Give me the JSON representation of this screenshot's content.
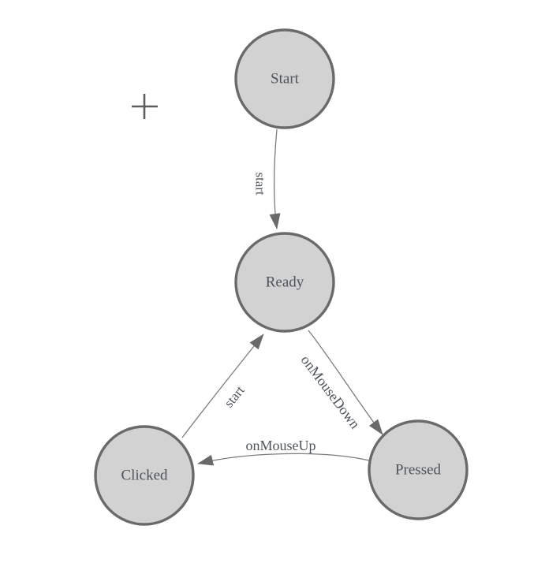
{
  "canvas": {
    "background": "#ffffff",
    "node_fill": "#d2d2d2",
    "node_stroke": "#6a6a6a",
    "edge_color": "#7c7c7c",
    "arrow_color": "#6a6a6a",
    "label_color": "#4e545a",
    "crosshair_color": "#5e5e5e"
  },
  "nodes": {
    "start": {
      "label": "Start"
    },
    "ready": {
      "label": "Ready"
    },
    "clicked": {
      "label": "Clicked"
    },
    "pressed": {
      "label": "Pressed"
    }
  },
  "edges": {
    "start_to_ready": {
      "label": "start"
    },
    "clicked_to_ready": {
      "label": "start"
    },
    "ready_to_pressed": {
      "label": "onMouseDown"
    },
    "pressed_to_clicked": {
      "label": "onMouseUp"
    }
  }
}
